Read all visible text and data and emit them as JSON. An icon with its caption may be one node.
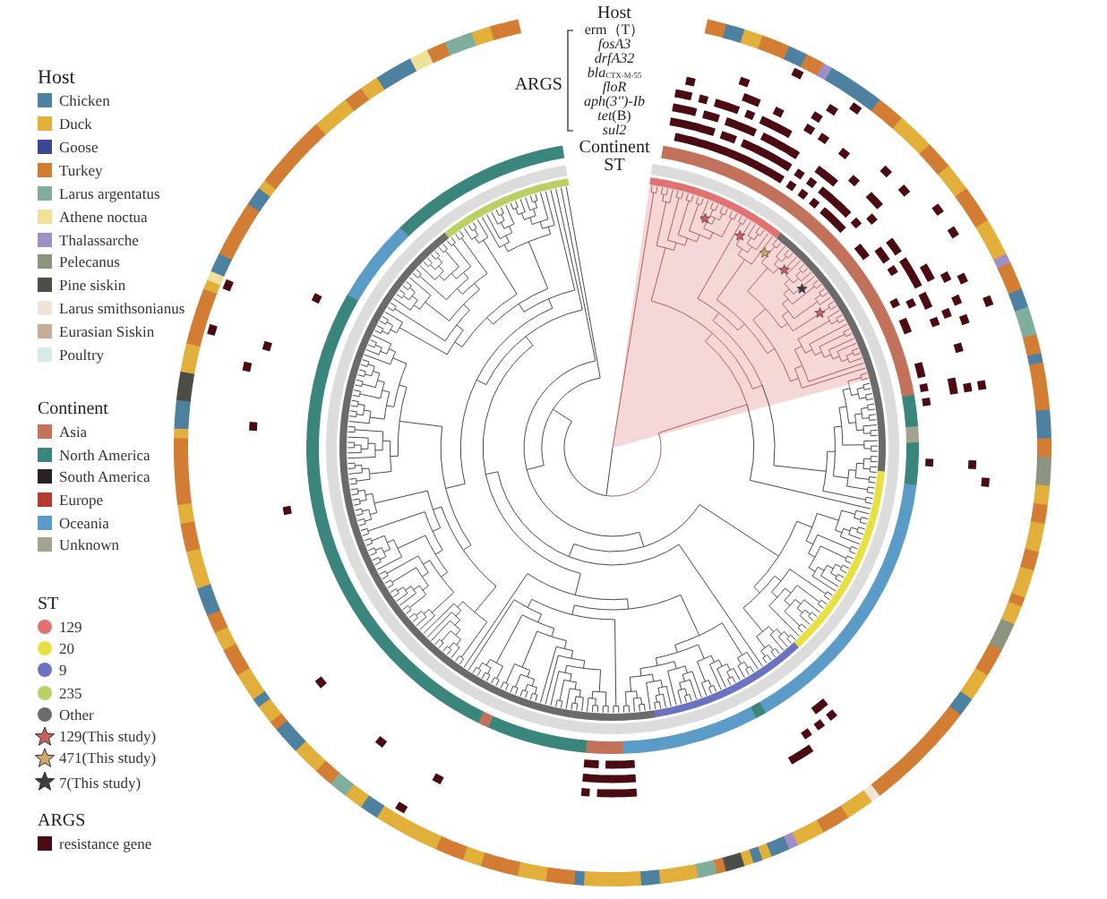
{
  "diagram": {
    "labels": [
      "Host",
      "erm（T）",
      "fosA3",
      "drfA32",
      "*bla*$_{CTX-M-55}$",
      "ARGS",
      "floR",
      "aph(3'')-Ib",
      "*tet*(B)",
      "sul2",
      "Continent",
      "ST",
      "Host",
      "Continent",
      "ST",
      "ARGS"
    ],
    "legend": [
      {
        "text": "Chicken",
        "color": "#4e80a0"
      },
      {
        "text": "Duck",
        "color": "#e2b03a"
      },
      {
        "text": "Goose",
        "color": "#3e4696"
      },
      {
        "text": "Turkey",
        "color": "#d27c34"
      },
      {
        "text": "Larus argentatus",
        "color": "#80ae9c"
      },
      {
        "text": "Athene noctua",
        "color": "#eee29a"
      },
      {
        "text": "Thalassarche",
        "color": "#9d90c6"
      },
      {
        "text": "Pelecanus",
        "color": "#8c937e"
      },
      {
        "text": "Pine siskin",
        "color": "#4b4e46"
      },
      {
        "text": "Larus smithsonianus",
        "color": "#ece5d8"
      },
      {
        "text": "Eurasian Siskin",
        "color": "#c6ab9a"
      },
      {
        "text": "Poultry",
        "color": "#d8e9ea"
      },
      {
        "text": "Asia",
        "color": "#c2725a"
      },
      {
        "text": "North America",
        "color": "#3a857c"
      },
      {
        "text": "South America",
        "color": "#2a1f24"
      },
      {
        "text": "Europe",
        "color": "#b23c30"
      },
      {
        "text": "Oceania",
        "color": "#5b9bc8"
      },
      {
        "text": "Unknown",
        "color": "#a3a392"
      },
      {
        "text": "129",
        "color": "#e07272"
      },
      {
        "text": "20",
        "color": "#e6e040"
      },
      {
        "text": "9",
        "color": "#6b72c2"
      },
      {
        "text": "235",
        "color": "#b9d163"
      },
      {
        "text": "Other",
        "color": "#6b6b6b"
      },
      {
        "text": "129(This study)"
      },
      {
        "text": "471(This study)"
      },
      {
        "text": "7(This study)"
      },
      {
        "text": "resistance gene",
        "color": "#4a0c12"
      }
    ]
  }
}
